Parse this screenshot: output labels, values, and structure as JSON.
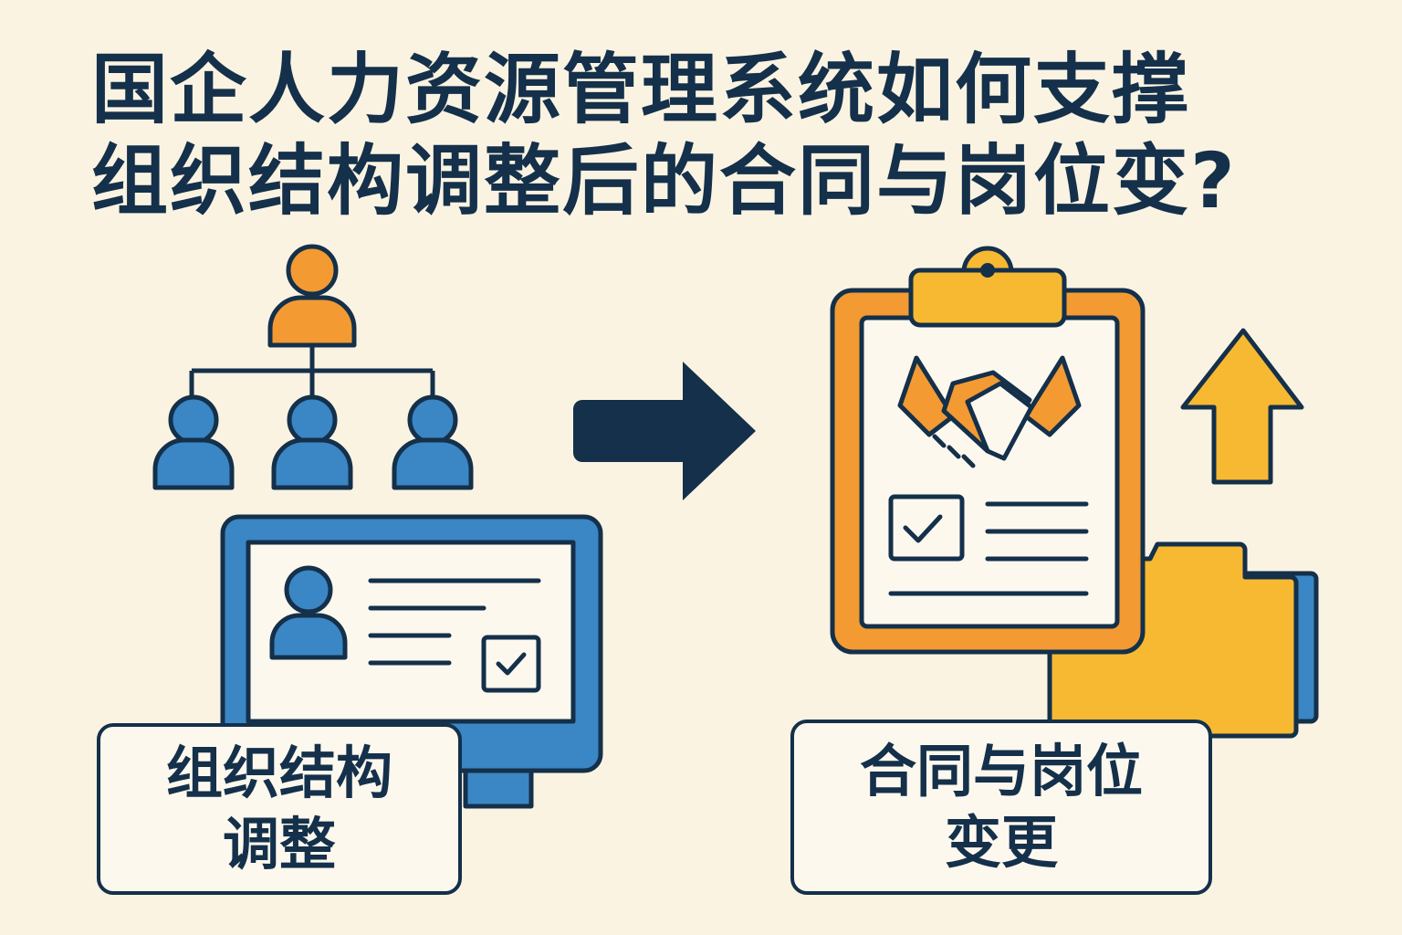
{
  "title": {
    "line1": "国企人力资源管理系统如何支撑",
    "line2": "组织结构调整后的合同与岗位变?"
  },
  "left_label": {
    "line1": "组织结构",
    "line2": "调整"
  },
  "right_label": {
    "line1": "合同与岗位",
    "line2": "变更"
  },
  "colors": {
    "background": "#fbf3e2",
    "navy": "#14304a",
    "blue": "#3b86c4",
    "orange": "#f39a33",
    "yellow": "#f7b932",
    "paper": "#fdf8ee"
  },
  "icons": [
    "org-chart-icon",
    "computer-monitor-icon",
    "person-icon",
    "checkbox-icon",
    "right-arrow-icon",
    "clipboard-icon",
    "handshake-icon",
    "up-arrow-icon",
    "folder-icon"
  ]
}
